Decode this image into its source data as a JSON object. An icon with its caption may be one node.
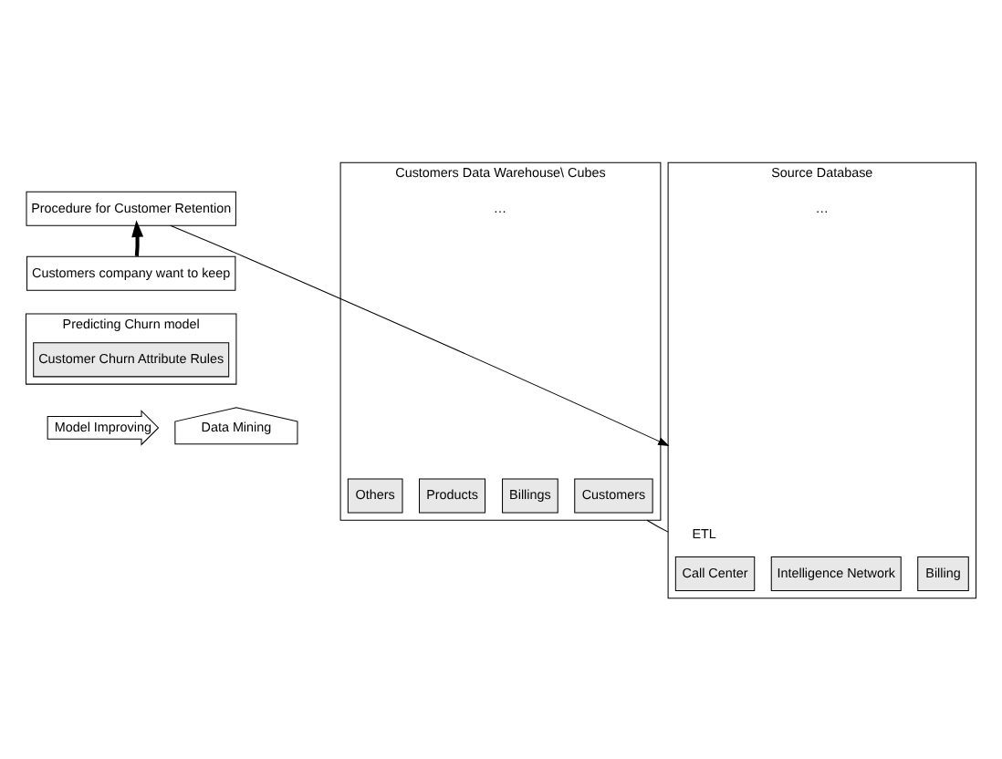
{
  "diagram": {
    "nodes": [
      {
        "text": [
          "Procedure for Customer Retention"
        ]
      },
      {
        "text": [
          "Customers company want to keep"
        ]
      },
      {
        "text": [
          "Predicting Churn model"
        ]
      },
      {
        "text": [
          "Customer Churn Attribute Rules"
        ],
        "in": 2
      },
      {
        "text": [
          "Model Improving"
        ]
      },
      {
        "text": [
          "Data Mining"
        ]
      },
      {
        "text": [
          "Customers Data Warehouse\\ Cubes"
        ]
      },
      {
        "text": [
          "Customers"
        ],
        "in": 6
      },
      {
        "text": [
          "Products"
        ],
        "in": 6
      },
      {
        "text": [
          "Billings"
        ],
        "in": 6
      },
      {
        "text": [
          "Others"
        ],
        "in": 6
      },
      {
        "text": [
          "Source Database"
        ]
      },
      {
        "text": [
          "Billing"
        ],
        "in": 11
      },
      {
        "text": [
          "Intelligence Network"
        ],
        "in": 11
      },
      {
        "text": [
          "Call Center"
        ],
        "in": 11
      }
    ],
    "edges": [
      {
        "from": 1,
        "to": 0,
        "arrow": "to",
        "style": "thick"
      },
      {
        "from": 0,
        "to": 11,
        "arrow": "to"
      },
      {
        "from": 11,
        "to": 6,
        "label": "ETL",
        "arrow": "none"
      }
    ],
    "labels": [
      "…",
      "…"
    ]
  }
}
